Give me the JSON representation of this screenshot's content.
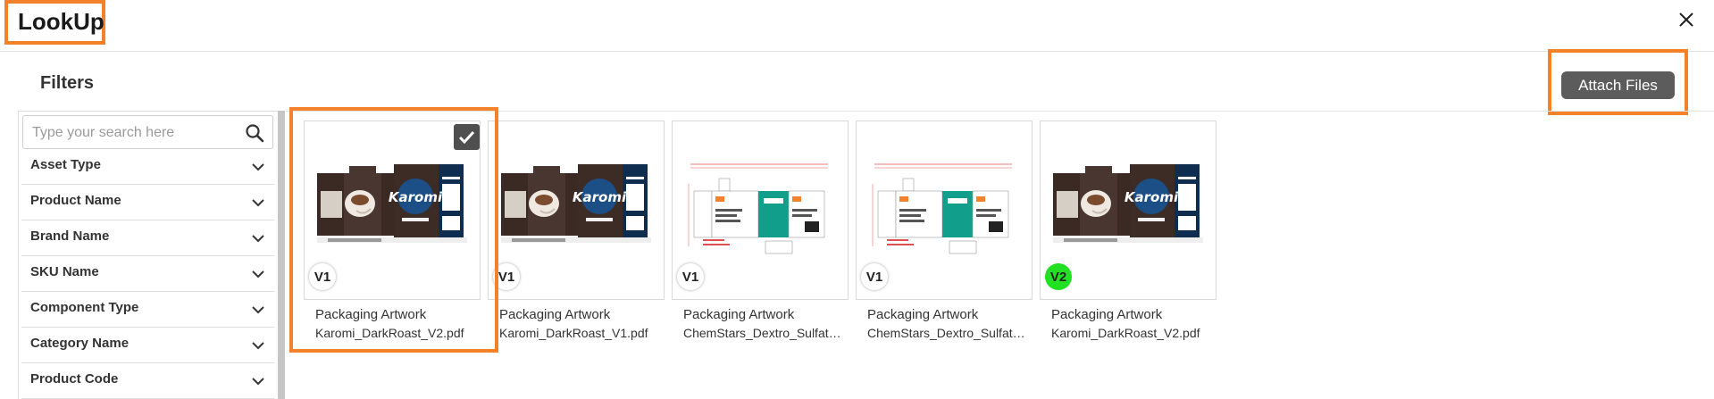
{
  "dialog": {
    "title": "LookUp",
    "close_icon": "close-icon"
  },
  "filters": {
    "title": "Filters",
    "search_placeholder": "Type your search here",
    "items": [
      {
        "label": "Asset Type"
      },
      {
        "label": "Product Name"
      },
      {
        "label": "Brand Name"
      },
      {
        "label": "SKU Name"
      },
      {
        "label": "Component Type"
      },
      {
        "label": "Category Name"
      },
      {
        "label": "Product Code"
      }
    ]
  },
  "toolbar": {
    "attach_label": "Attach Files"
  },
  "assets": [
    {
      "type": "Packaging Artwork",
      "file": "Karomi_DarkRoast_V2.pdf",
      "version": "V1",
      "selected": true,
      "thumb": "coffee-packaging"
    },
    {
      "type": "Packaging Artwork",
      "file": "Karomi_DarkRoast_V1.pdf",
      "version": "V1",
      "selected": false,
      "thumb": "coffee-packaging"
    },
    {
      "type": "Packaging Artwork",
      "file": "ChemStars_Dextro_Sulfate_…",
      "version": "V1",
      "selected": false,
      "thumb": "pharma-dieline"
    },
    {
      "type": "Packaging Artwork",
      "file": "ChemStars_Dextro_Sulfate_…",
      "version": "V1",
      "selected": false,
      "thumb": "pharma-dieline"
    },
    {
      "type": "Packaging Artwork",
      "file": "Karomi_DarkRoast_V2.pdf",
      "version": "V2",
      "selected": false,
      "thumb": "coffee-packaging",
      "version_color": "#22e022"
    }
  ],
  "colors": {
    "highlight": "#f4822a",
    "button": "#5c5c5c",
    "latest_version": "#22e022"
  }
}
